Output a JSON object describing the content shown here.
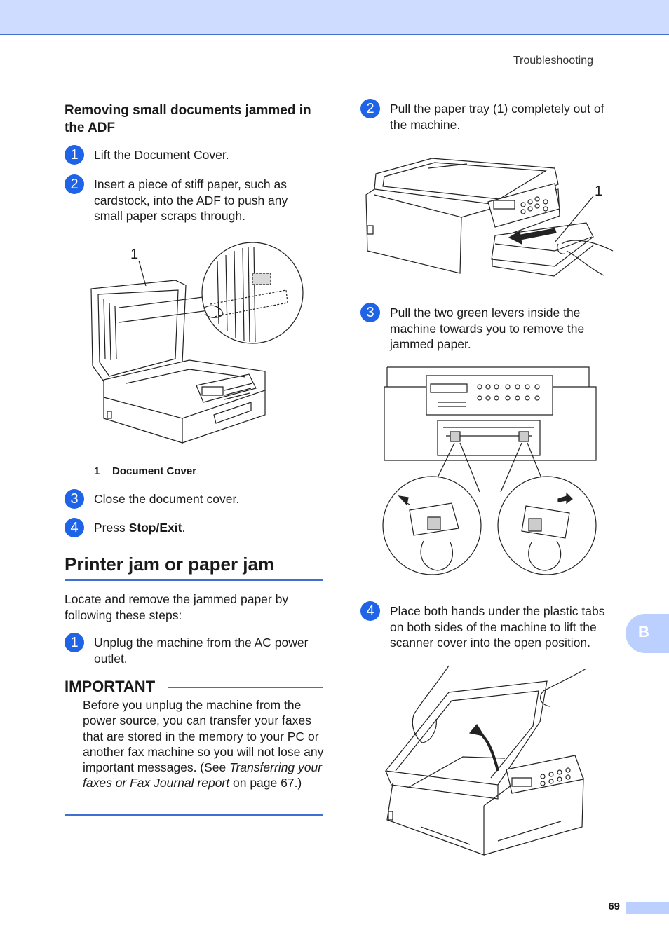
{
  "header": {
    "section": "Troubleshooting"
  },
  "left": {
    "subheading": "Removing small documents jammed in the ADF",
    "steps_a": [
      {
        "num": "1",
        "text": "Lift the Document Cover."
      },
      {
        "num": "2",
        "text": "Insert a piece of stiff paper, such as cardstock, into the ADF to push any small paper scraps through."
      }
    ],
    "figure1_label": "1",
    "caption": {
      "num": "1",
      "text": "Document Cover"
    },
    "steps_b": [
      {
        "num": "3",
        "text": "Close the document cover."
      },
      {
        "num": "4",
        "pre": "Press ",
        "bold": "Stop/Exit",
        "post": "."
      }
    ],
    "heading": "Printer jam or paper jam",
    "intro": "Locate and remove the jammed paper by following these steps:",
    "step_c": {
      "num": "1",
      "text": "Unplug the machine from the AC power outlet."
    },
    "important": {
      "title": "IMPORTANT",
      "body_pre": "Before you unplug the machine from the power source, you can transfer your faxes that are stored in the memory to your PC or another fax machine so you will not lose any important messages. (See ",
      "body_italic": "Transferring your faxes or Fax Journal report",
      "body_post": " on page 67.)"
    }
  },
  "right": {
    "steps": [
      {
        "num": "2",
        "text": "Pull the paper tray (1) completely out of the machine."
      },
      {
        "num": "3",
        "text": "Pull the two green levers inside the machine towards you to remove the jammed paper."
      },
      {
        "num": "4",
        "text": "Place both hands under the plastic tabs on both sides of the machine to lift the scanner cover into the open position."
      }
    ],
    "figure2_label": "1"
  },
  "side_tab": "B",
  "footer": {
    "page": "69"
  },
  "colors": {
    "accent": "#1f64e6",
    "rule": "#3f6fd3",
    "band": "#cddcff",
    "tab": "#bcd0ff"
  }
}
